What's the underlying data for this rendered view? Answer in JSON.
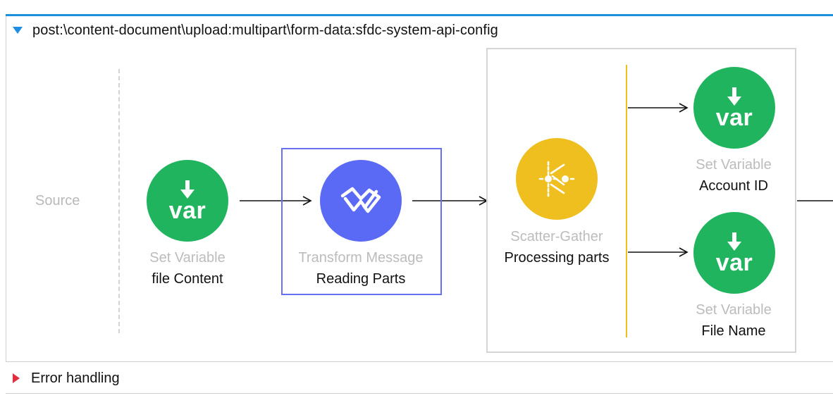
{
  "flow": {
    "title": "post:\\content-document\\upload:multipart\\form-data:sfdc-system-api-config",
    "source_label": "Source"
  },
  "components": {
    "set_file_content": {
      "type": "Set Variable",
      "name": "file Content",
      "icon_text": "var"
    },
    "transform_reading": {
      "type": "Transform Message",
      "name": "Reading Parts"
    },
    "scatter_gather": {
      "type": "Scatter-Gather",
      "name": "Processing parts"
    },
    "set_account_id": {
      "type": "Set Variable",
      "name": "Account ID",
      "icon_text": "var"
    },
    "set_file_name": {
      "type": "Set Variable",
      "name": "File Name",
      "icon_text": "var"
    }
  },
  "error_section": {
    "label": "Error handling"
  },
  "colors": {
    "accent": "#1d8ee0",
    "set_variable": "#20b45f",
    "transform": "#5b6af5",
    "scatter_gather": "#efbf1f",
    "error": "#e0303f"
  }
}
